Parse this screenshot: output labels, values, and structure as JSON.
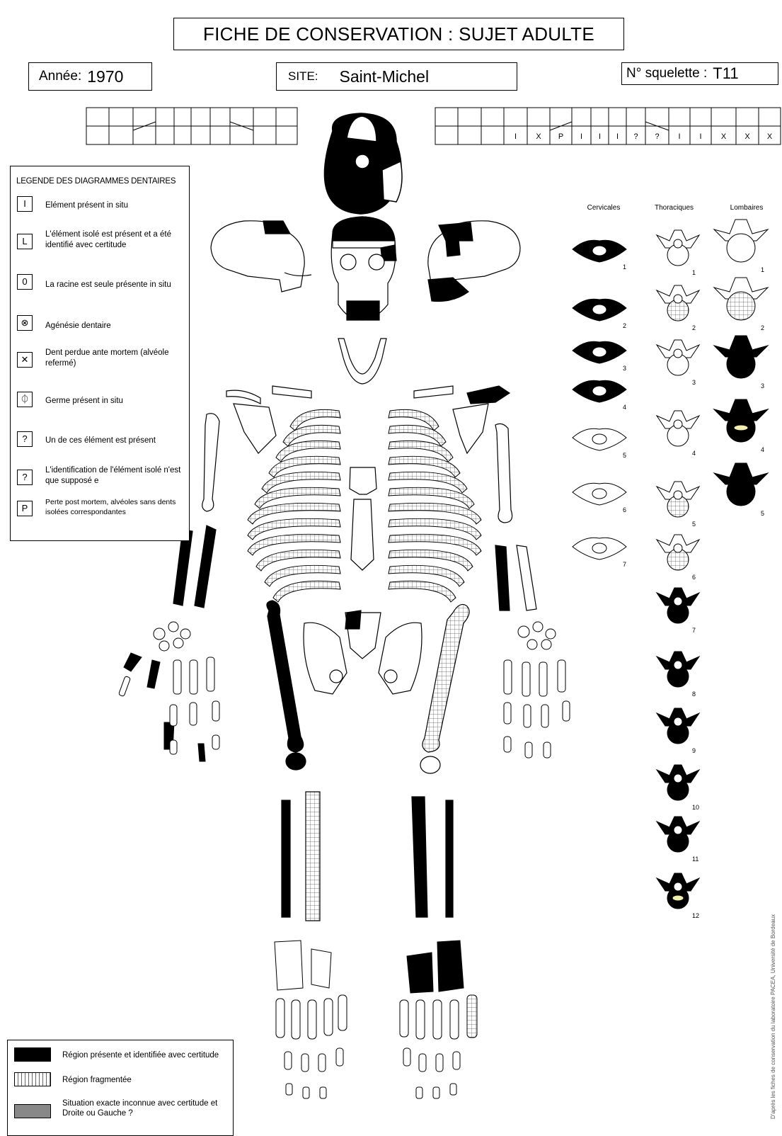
{
  "title": "FICHE DE CONSERVATION :  SUJET ADULTE",
  "annee": {
    "label": "Année:",
    "value": "1970"
  },
  "site": {
    "label": "SITE:",
    "value": "Saint-Michel"
  },
  "squelette": {
    "label": "N° squelette :",
    "value": "T11"
  },
  "dental_right": {
    "top": [
      "",
      "",
      "",
      "",
      "",
      "",
      "",
      "",
      "",
      "",
      "",
      ""
    ],
    "bottom": [
      "",
      "",
      "",
      "",
      "",
      "",
      "",
      "",
      "",
      "",
      "",
      ""
    ]
  },
  "dental_left": {
    "top": [
      "",
      "",
      "",
      "",
      "",
      "",
      "",
      "",
      "",
      "",
      "",
      "",
      "",
      "",
      ""
    ],
    "bottom": [
      "",
      "",
      "",
      "I",
      "X",
      "P",
      "I",
      "I",
      "I",
      "?",
      "?",
      "I",
      "I",
      "X",
      "X",
      "X"
    ]
  },
  "legend": {
    "title": "LEGENDE DES DIAGRAMMES DENTAIRES",
    "items": [
      {
        "symbol": "I",
        "text": "Elément  présent in situ"
      },
      {
        "symbol": "L",
        "text": "L'élément isolé est présent et a été identifié avec certitude"
      },
      {
        "symbol": "0",
        "text": "La racine est seule présente in situ"
      },
      {
        "symbol": "⊗",
        "text": "Agénésie dentaire"
      },
      {
        "symbol": "✕",
        "text": "Dent perdue ante mortem (alvéole refermé)"
      },
      {
        "symbol": "⏀",
        "text": "Germe présent in situ"
      },
      {
        "symbol": "?",
        "text": "Un de ces élément est  présent"
      },
      {
        "symbol": "?",
        "text": "L'identification de l'élément isolé n'est que supposé e"
      },
      {
        "symbol": "P",
        "text": "Perte post mortem, alvéoles sans dents isolées correspondantes"
      }
    ]
  },
  "vertebrae": {
    "headers": [
      "Cervicales",
      "Thoraciques",
      "Lombaires"
    ],
    "cervical_nums": [
      "1",
      "2",
      "3",
      "4",
      "5",
      "6",
      "7"
    ],
    "thoracic_nums": [
      "1",
      "2",
      "3",
      "4",
      "5",
      "6",
      "7",
      "8",
      "9",
      "10",
      "11",
      "12"
    ],
    "lumbar_nums": [
      "1",
      "2",
      "3",
      "4",
      "5"
    ]
  },
  "bottom_legend": {
    "items": [
      {
        "text": "Région présente et identifiée avec certitude"
      },
      {
        "text": "Région fragmentée"
      },
      {
        "text": "Situation exacte inconnue avec certitude et Droite ou Gauche ?"
      }
    ]
  },
  "credit": "D'après les fiches de conservation du laboratoire PACEA, Université de Bordeaux"
}
